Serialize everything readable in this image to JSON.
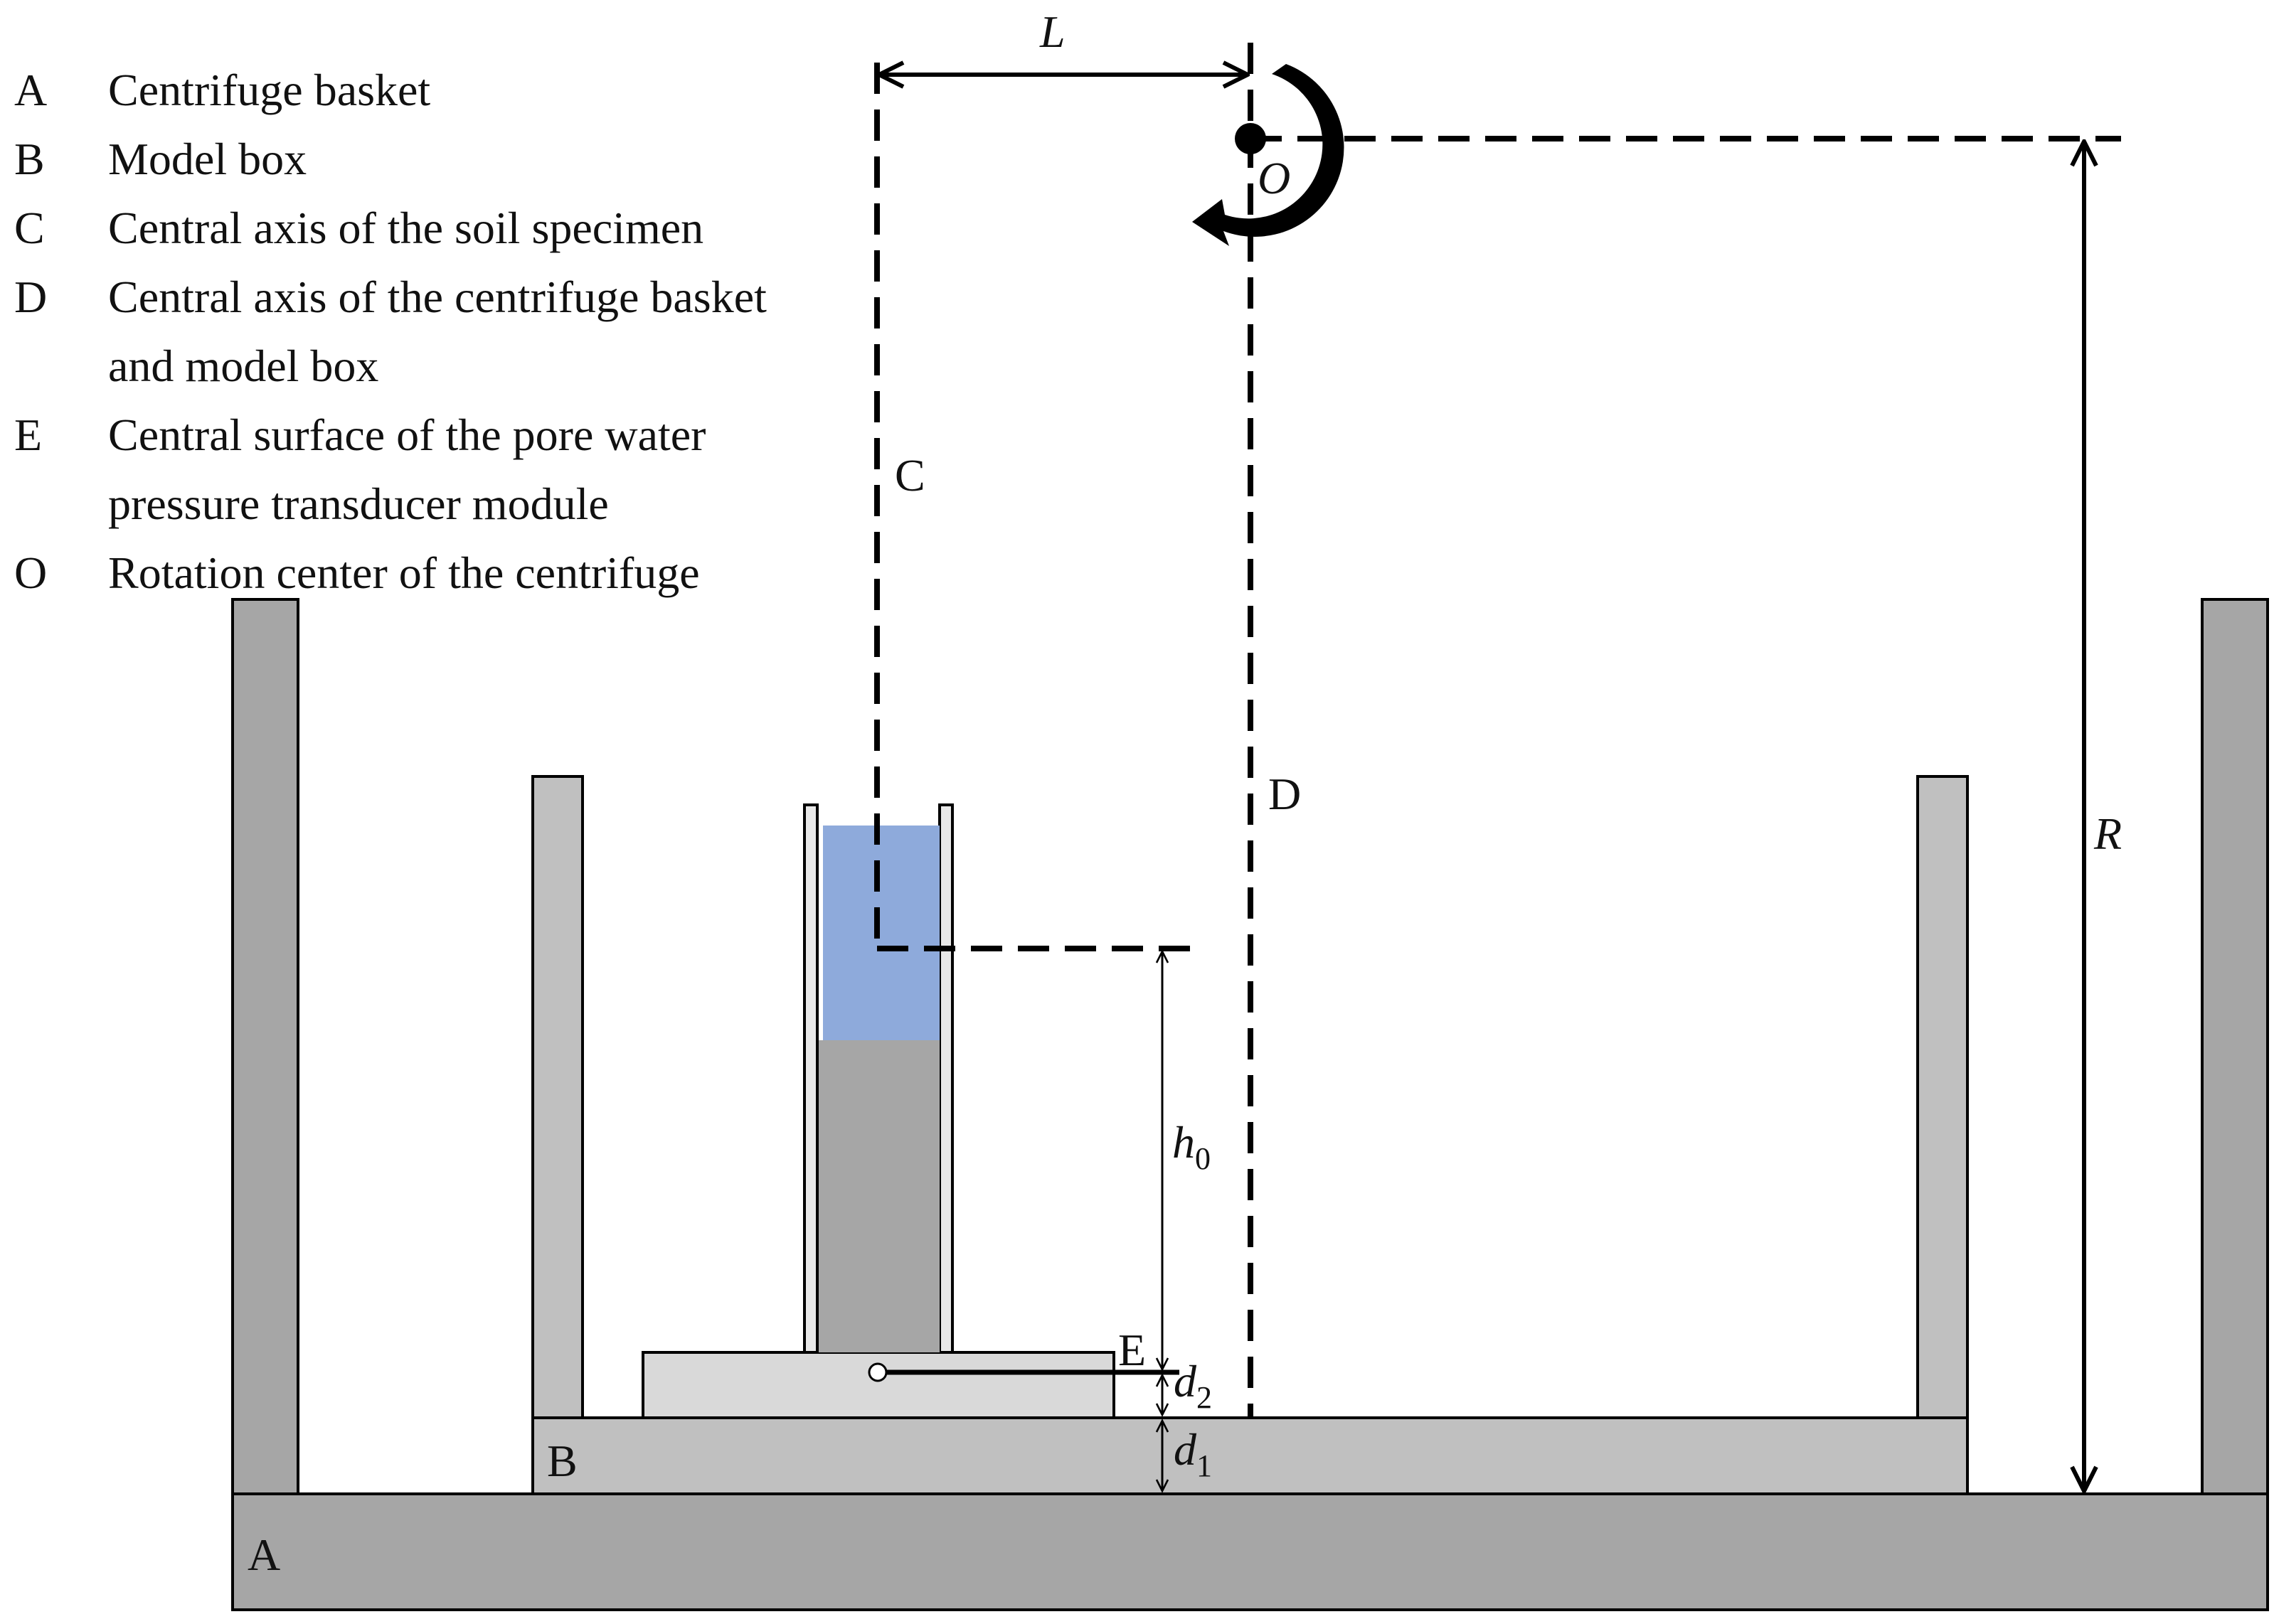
{
  "legend": [
    {
      "key": "A",
      "text": "Centrifuge basket"
    },
    {
      "key": "B",
      "text": "Model box"
    },
    {
      "key": "C",
      "text": "Central axis of the soil specimen"
    },
    {
      "key": "D",
      "text": "Central axis of the centrifuge basket"
    },
    {
      "key": "",
      "text": "and model box"
    },
    {
      "key": "E",
      "text": "Central surface of the pore water"
    },
    {
      "key": "",
      "text": "pressure transducer module"
    },
    {
      "key": "O",
      "text": "Rotation center of the centrifuge"
    }
  ],
  "labels": {
    "basket": "A",
    "model_box": "B",
    "specimen_axis": "C",
    "basket_axis": "D",
    "transducer_surface": "E",
    "rotation_center": "O"
  },
  "dimensions": {
    "offset": "L",
    "radius": "R",
    "height": {
      "base": "h",
      "sub": "0"
    },
    "depth_2": {
      "base": "d",
      "sub": "2"
    },
    "depth_1": {
      "base": "d",
      "sub": "1"
    }
  },
  "colors": {
    "basket": "#a6a6a6",
    "model_box": "#c0c0c0",
    "transducer": "#d9d9d9",
    "soil": "#a6a6a6",
    "water": "#8eaadb",
    "tube_wall": "#e8e8e8",
    "line": "#000000"
  }
}
